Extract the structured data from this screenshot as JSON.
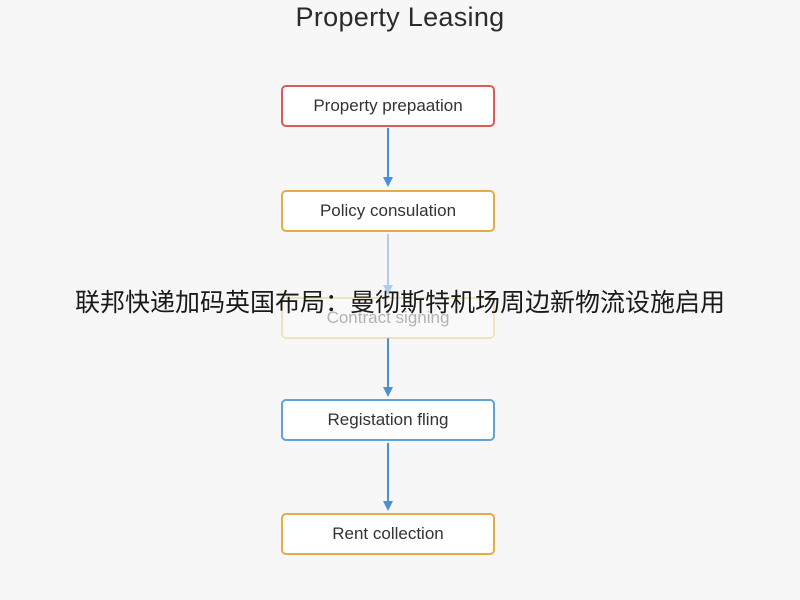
{
  "diagram": {
    "title": "Property Leasing",
    "steps": [
      {
        "label": "Property prepaation",
        "border_color": "#dc5b57",
        "faded": false
      },
      {
        "label": "Policy consulation",
        "border_color": "#e4ac45",
        "faded": false
      },
      {
        "label": "Contract signing",
        "border_color": "#e8be58",
        "faded": true
      },
      {
        "label": "Registation fling",
        "border_color": "#5fa3d8",
        "faded": false
      },
      {
        "label": "Rent collection",
        "border_color": "#e4ac45",
        "faded": false
      }
    ],
    "arrow_color": "#4a90d9"
  },
  "overlay_caption": "联邦快递加码英国布局：曼彻斯特机场周边新物流设施启用"
}
